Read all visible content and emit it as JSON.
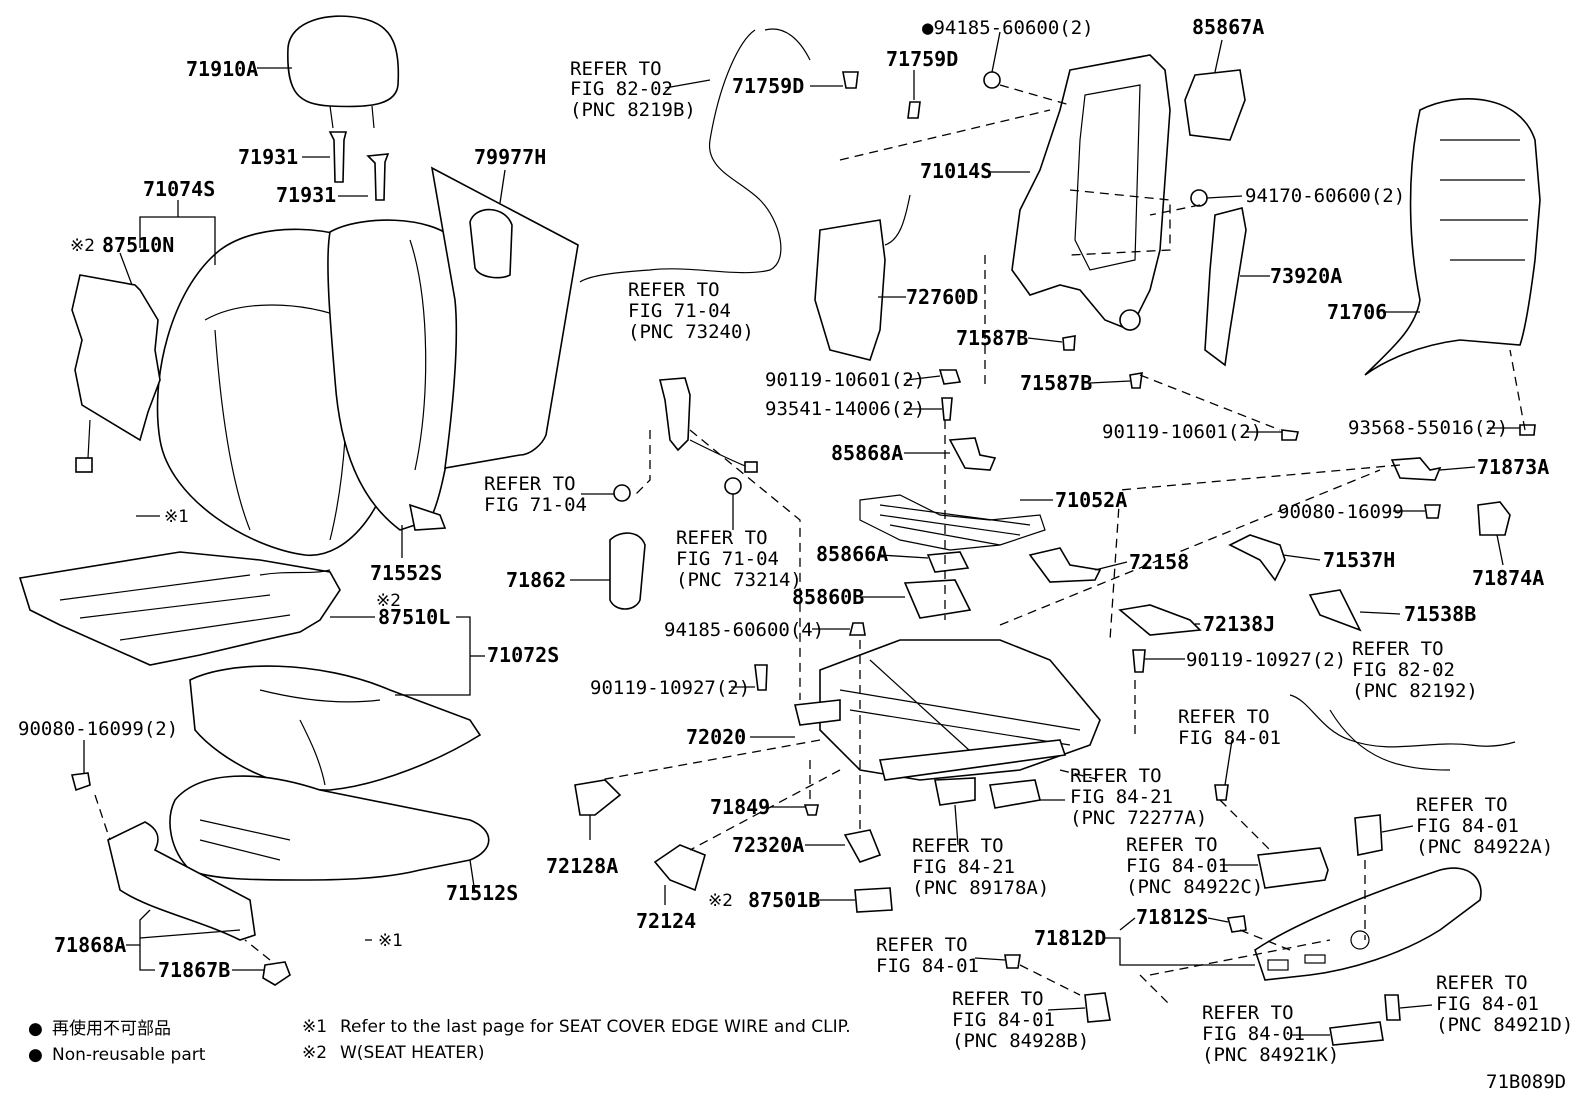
{
  "labels": [
    {
      "id": "71910A",
      "text": "71910A"
    },
    {
      "id": "71931a",
      "text": "71931"
    },
    {
      "id": "71931b",
      "text": "71931"
    },
    {
      "id": "79977H",
      "text": "79977H"
    },
    {
      "id": "71074S",
      "text": "71074S"
    },
    {
      "id": "87510N",
      "text": "87510N"
    },
    {
      "id": "m2a",
      "text": "※2"
    },
    {
      "id": "m1a",
      "text": "※1"
    },
    {
      "id": "71552S",
      "text": "71552S"
    },
    {
      "id": "m2b",
      "text": "※2"
    },
    {
      "id": "87510L",
      "text": "87510L"
    },
    {
      "id": "71072S",
      "text": "71072S"
    },
    {
      "id": "90080-16099-2",
      "text": "90080-16099(2)"
    },
    {
      "id": "71868A",
      "text": "71868A"
    },
    {
      "id": "71867B",
      "text": "71867B"
    },
    {
      "id": "71512S",
      "text": "71512S"
    },
    {
      "id": "m1b",
      "text": "※1"
    },
    {
      "id": "ref8202a-1",
      "text": "REFER TO"
    },
    {
      "id": "ref8202a-2",
      "text": "FIG 82-02"
    },
    {
      "id": "ref8202a-3",
      "text": "(PNC 8219B)"
    },
    {
      "id": "71759D-a",
      "text": "71759D"
    },
    {
      "id": "94185-60600-2",
      "text": "94185-60600(2)"
    },
    {
      "id": "71759D-b",
      "text": "71759D"
    },
    {
      "id": "85867A",
      "text": "85867A"
    },
    {
      "id": "71014S",
      "text": "71014S"
    },
    {
      "id": "94170-60600-2",
      "text": "94170-60600(2)"
    },
    {
      "id": "73920A",
      "text": "73920A"
    },
    {
      "id": "71706",
      "text": "71706"
    },
    {
      "id": "72760D",
      "text": "72760D"
    },
    {
      "id": "ref7104a-1",
      "text": "REFER TO"
    },
    {
      "id": "ref7104a-2",
      "text": "FIG 71-04"
    },
    {
      "id": "ref7104a-3",
      "text": "(PNC 73240)"
    },
    {
      "id": "71587B-a",
      "text": "71587B"
    },
    {
      "id": "90119-10601-2a",
      "text": "90119-10601(2)"
    },
    {
      "id": "71587B-b",
      "text": "71587B"
    },
    {
      "id": "93541-14006-2",
      "text": "93541-14006(2)"
    },
    {
      "id": "90119-10601-2b",
      "text": "90119-10601(2)"
    },
    {
      "id": "93568-55016-2",
      "text": "93568-55016(2)"
    },
    {
      "id": "85868A",
      "text": "85868A"
    },
    {
      "id": "71873A",
      "text": "71873A"
    },
    {
      "id": "ref7104b-1",
      "text": "REFER TO"
    },
    {
      "id": "ref7104b-2",
      "text": "FIG 71-04"
    },
    {
      "id": "71052A",
      "text": "71052A"
    },
    {
      "id": "90080-16099",
      "text": "90080-16099"
    },
    {
      "id": "ref7104c-1",
      "text": "REFER TO"
    },
    {
      "id": "ref7104c-2",
      "text": "FIG 71-04"
    },
    {
      "id": "ref7104c-3",
      "text": "(PNC 73214)"
    },
    {
      "id": "71874A",
      "text": "71874A"
    },
    {
      "id": "85866A",
      "text": "85866A"
    },
    {
      "id": "72158",
      "text": "72158"
    },
    {
      "id": "71537H",
      "text": "71537H"
    },
    {
      "id": "71862",
      "text": "71862"
    },
    {
      "id": "85860B",
      "text": "85860B"
    },
    {
      "id": "71538B",
      "text": "71538B"
    },
    {
      "id": "94185-60600-4",
      "text": "94185-60600(4)"
    },
    {
      "id": "72138J",
      "text": "72138J"
    },
    {
      "id": "ref8202b-1",
      "text": "REFER TO"
    },
    {
      "id": "ref8202b-2",
      "text": "FIG 82-02"
    },
    {
      "id": "ref8202b-3",
      "text": "(PNC 82192)"
    },
    {
      "id": "90119-10927-2a",
      "text": "90119-10927(2)"
    },
    {
      "id": "90119-10927-2b",
      "text": "90119-10927(2)"
    },
    {
      "id": "72020",
      "text": "72020"
    },
    {
      "id": "ref8401a-1",
      "text": "REFER TO"
    },
    {
      "id": "ref8401a-2",
      "text": "FIG 84-01"
    },
    {
      "id": "ref8421a-1",
      "text": "REFER TO"
    },
    {
      "id": "ref8421a-2",
      "text": "FIG 84-21"
    },
    {
      "id": "ref8421a-3",
      "text": "(PNC 72277A)"
    },
    {
      "id": "ref8401b-1",
      "text": "REFER TO"
    },
    {
      "id": "ref8401b-2",
      "text": "FIG 84-01"
    },
    {
      "id": "ref8401b-3",
      "text": "(PNC 84922A)"
    },
    {
      "id": "71849",
      "text": "71849"
    },
    {
      "id": "72128A",
      "text": "72128A"
    },
    {
      "id": "ref8421b-1",
      "text": "REFER TO"
    },
    {
      "id": "ref8421b-2",
      "text": "FIG 84-21"
    },
    {
      "id": "ref8421b-3",
      "text": "(PNC 89178A)"
    },
    {
      "id": "ref8401c-1",
      "text": "REFER TO"
    },
    {
      "id": "ref8401c-2",
      "text": "FIG 84-01"
    },
    {
      "id": "ref8401c-3",
      "text": "(PNC 84922C)"
    },
    {
      "id": "72320A",
      "text": "72320A"
    },
    {
      "id": "72124",
      "text": "72124"
    },
    {
      "id": "m2c",
      "text": "※2"
    },
    {
      "id": "87501B",
      "text": "87501B"
    },
    {
      "id": "71812S",
      "text": "71812S"
    },
    {
      "id": "71812D",
      "text": "71812D"
    },
    {
      "id": "ref8401d-1",
      "text": "REFER TO"
    },
    {
      "id": "ref8401d-2",
      "text": "FIG 84-01"
    },
    {
      "id": "ref8401e-1",
      "text": "REFER TO"
    },
    {
      "id": "ref8401e-2",
      "text": "FIG 84-01"
    },
    {
      "id": "ref8401e-3",
      "text": "(PNC 84928B)"
    },
    {
      "id": "ref8401f-1",
      "text": "REFER TO"
    },
    {
      "id": "ref8401f-2",
      "text": "FIG 84-01"
    },
    {
      "id": "ref8401f-3",
      "text": "(PNC 84921K)"
    },
    {
      "id": "ref8401g-1",
      "text": "REFER TO"
    },
    {
      "id": "ref8401g-2",
      "text": "FIG 84-01"
    },
    {
      "id": "ref8401g-3",
      "text": "(PNC 84921D)"
    }
  ],
  "legend": {
    "bullet": "●",
    "jp": "再使用不可部品",
    "en": "Non-reusable part",
    "note1_mark": "※1",
    "note1_text": "Refer to the last page for SEAT COVER EDGE WIRE and CLIP.",
    "note2_mark": "※2",
    "note2_text": "W(SEAT HEATER)"
  },
  "dot_label_mark": "●",
  "figure_code": "71B089D"
}
